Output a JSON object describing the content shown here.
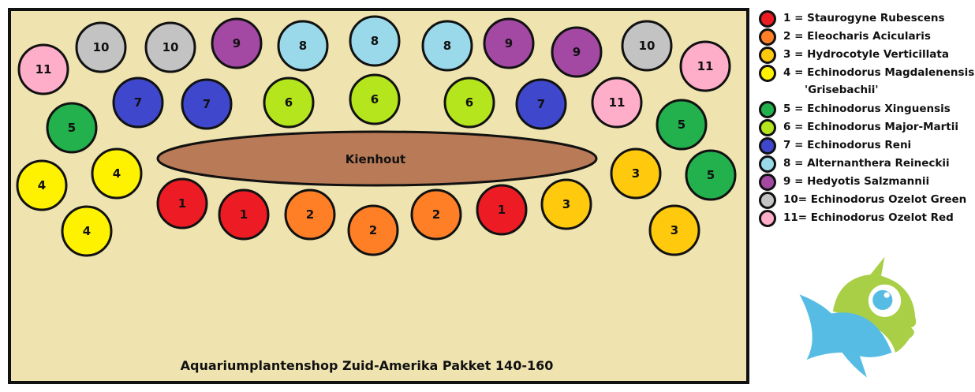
{
  "title": "Aquariumplantenshop Zuid-Amerika Pakket 140-160",
  "hardscape_label": "Kienhout",
  "colors": {
    "background": "#EFE4B0",
    "kienhout": "#B97A57",
    "1": "#ED1C24",
    "2": "#FF7F27",
    "3": "#FFC90E",
    "4": "#FFF200",
    "5": "#22B14C",
    "6": "#B5E61D",
    "7": "#3F48CC",
    "8": "#99D9EA",
    "9": "#A349A4",
    "10": "#C3C3C3",
    "11": "#FFAEC9"
  },
  "plants": [
    "11",
    "10",
    "10",
    "9",
    "8",
    "8",
    "8",
    "9",
    "9",
    "10",
    "11",
    "7",
    "7",
    "6",
    "6",
    "6",
    "7",
    "11",
    "5",
    "5",
    "5",
    "4",
    "4",
    "4",
    "1",
    "1",
    "2",
    "2",
    "2",
    "1",
    "3",
    "3",
    "3"
  ],
  "legend": [
    {
      "id": "1",
      "text": "1 = Staurogyne Rubescens"
    },
    {
      "id": "2",
      "text": "2 = Eleocharis Acicularis"
    },
    {
      "id": "3",
      "text": "3 = Hydrocotyle Verticillata"
    },
    {
      "id": "4",
      "text": "4 = Echinodorus Magdalenensis",
      "sub": "'Grisebachii'"
    },
    {
      "id": "5",
      "text": "5 = Echinodorus Xinguensis"
    },
    {
      "id": "6",
      "text": "6 = Echinodorus Major-Martii"
    },
    {
      "id": "7",
      "text": "7 = Echinodorus Reni"
    },
    {
      "id": "8",
      "text": "8 = Alternanthera Reineckii"
    },
    {
      "id": "9",
      "text": "9 = Hedyotis Salzmannii"
    },
    {
      "id": "10",
      "text": "10= Echinodorus Ozelot Green"
    },
    {
      "id": "11",
      "text": "11= Echinodorus Ozelot Red"
    }
  ]
}
